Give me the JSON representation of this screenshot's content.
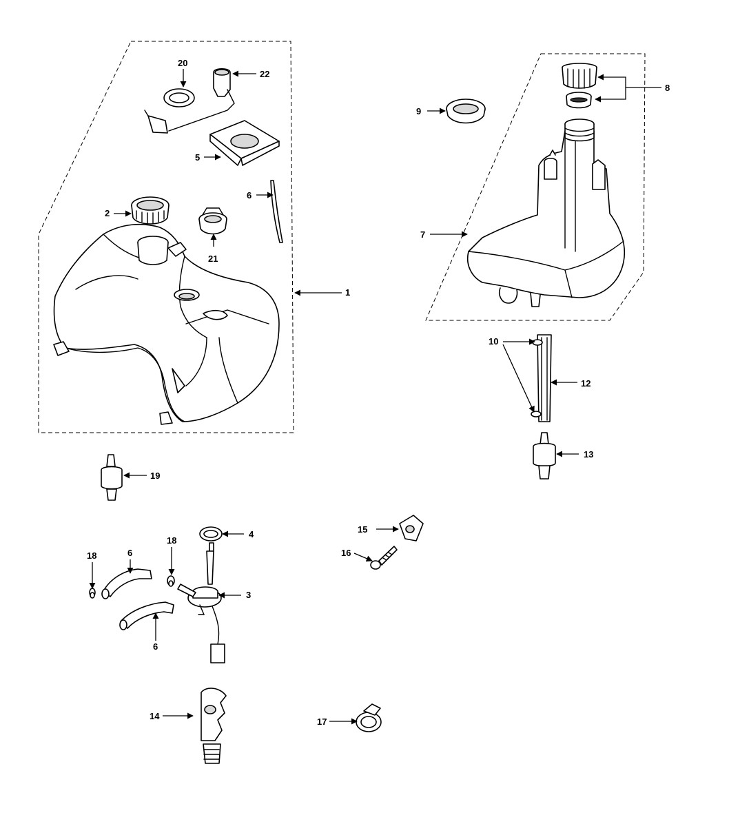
{
  "callouts": {
    "c1": "1",
    "c2": "2",
    "c3": "3",
    "c4": "4",
    "c5": "5",
    "c6a": "6",
    "c6b": "6",
    "c6c": "6",
    "c7": "7",
    "c8": "8",
    "c9": "9",
    "c10": "10",
    "c12": "12",
    "c13": "13",
    "c14": "14",
    "c15": "15",
    "c16": "16",
    "c17": "17",
    "c18a": "18",
    "c18b": "18",
    "c19": "19",
    "c20": "20",
    "c21": "21",
    "c22": "22"
  },
  "colors": {
    "line": "#000000",
    "background": "#ffffff",
    "fill_grey": "#d9d9d9"
  }
}
